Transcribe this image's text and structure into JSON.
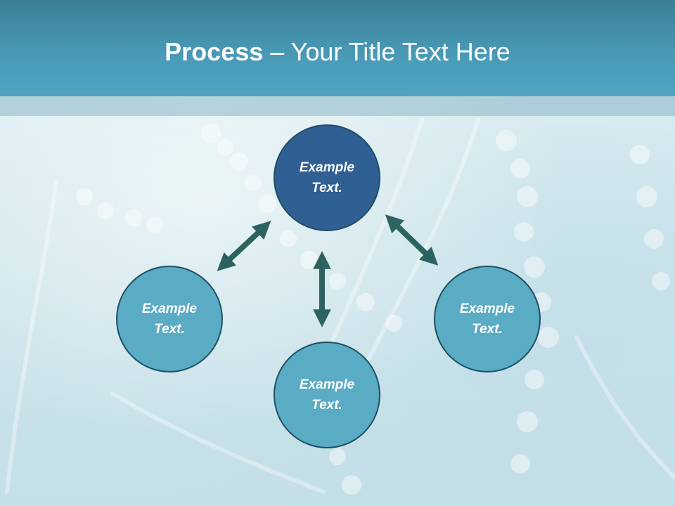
{
  "slide": {
    "title_bold": "Process",
    "title_rest": " – Your Title Text Here"
  },
  "diagram": {
    "nodes": [
      {
        "id": "top",
        "label": "Example Text."
      },
      {
        "id": "left",
        "label": "Example Text."
      },
      {
        "id": "right",
        "label": "Example Text."
      },
      {
        "id": "bottom",
        "label": "Example Text."
      }
    ],
    "colors": {
      "top_node": "#2f5f93",
      "other_nodes": "#5aabc4",
      "arrows": "#2c6361",
      "header": "#4a9bb8"
    }
  }
}
